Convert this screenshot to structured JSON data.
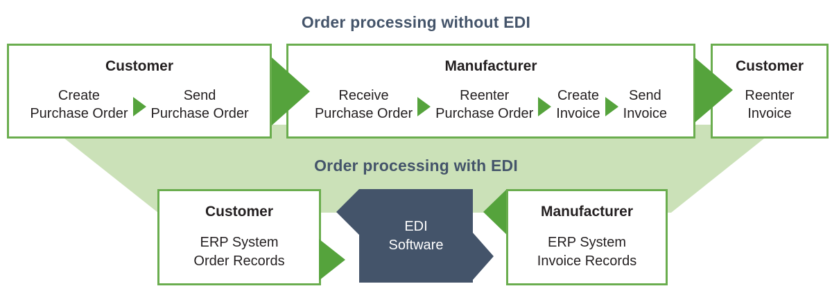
{
  "colors": {
    "dark_blue": "#44546a",
    "green_border": "#6aad4e",
    "green_arrow": "#55a33c",
    "light_green": "#cbe1b8",
    "text_dark": "#231f20"
  },
  "titles": {
    "without_edi": "Order processing without EDI",
    "with_edi": "Order processing with EDI"
  },
  "flow_without_edi": {
    "boxes": [
      {
        "heading": "Customer",
        "steps": [
          "Create\nPurchase Order",
          "Send\nPurchase Order"
        ]
      },
      {
        "heading": "Manufacturer",
        "steps": [
          "Receive\nPurchase Order",
          "Reenter\nPurchase Order",
          "Create\nInvoice",
          "Send\nInvoice"
        ]
      },
      {
        "heading": "Customer",
        "steps": [
          "Reenter\nInvoice"
        ]
      }
    ]
  },
  "flow_with_edi": {
    "customer": {
      "heading": "Customer",
      "body": "ERP System\nOrder Records"
    },
    "edi": {
      "label": "EDI\nSoftware"
    },
    "manufacturer": {
      "heading": "Manufacturer",
      "body": "ERP System\nInvoice Records"
    }
  }
}
